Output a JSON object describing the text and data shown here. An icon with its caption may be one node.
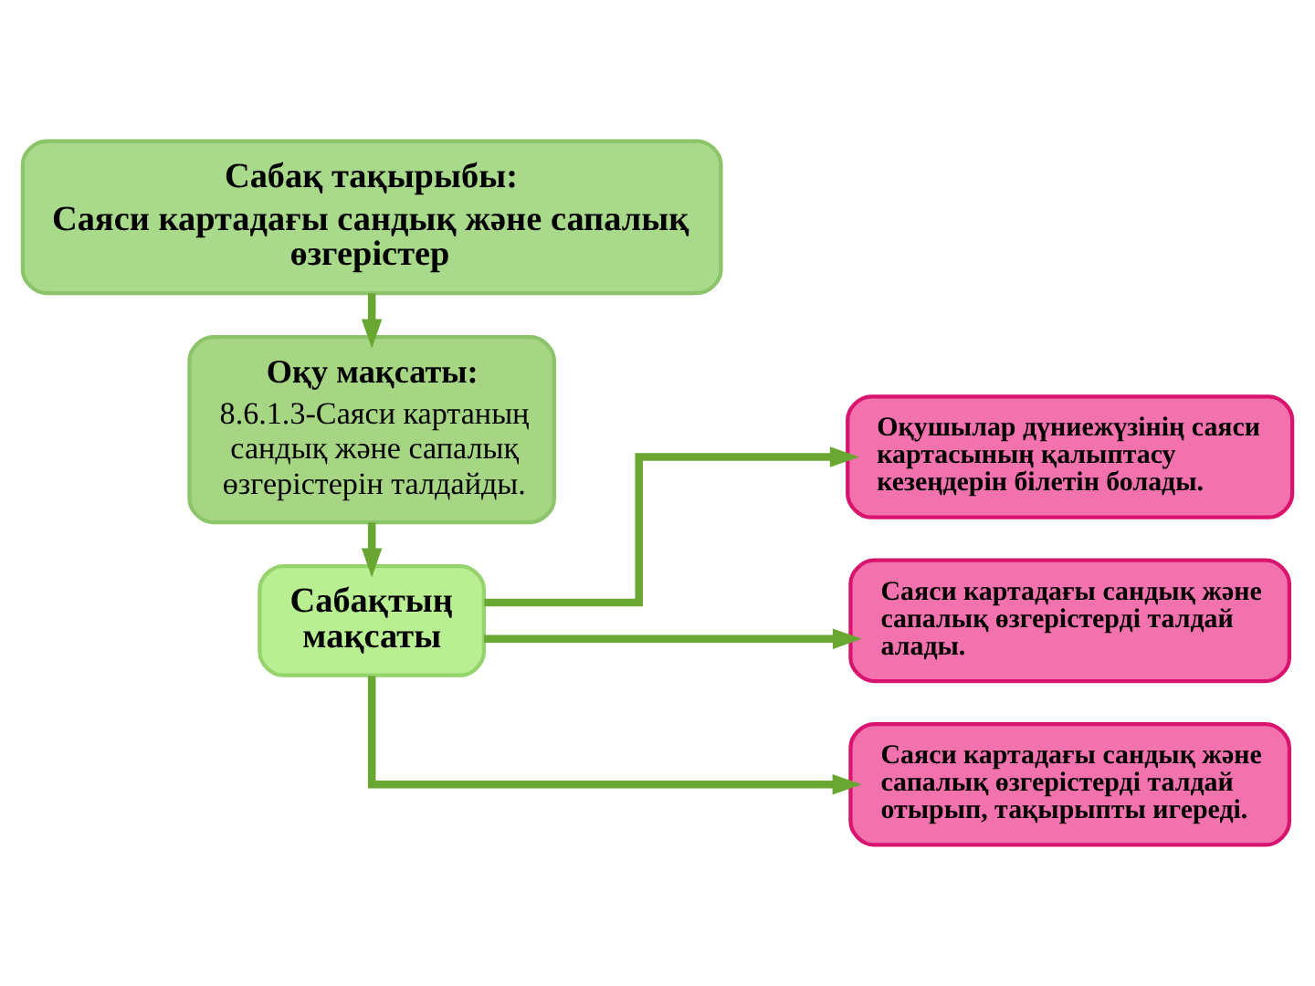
{
  "diagram": {
    "nodes": [
      {
        "text": [
          "Сабақ тақырыбы:",
          "Саяси картадағы сандық және сапалық өзгерістер"
        ]
      },
      {
        "text": [
          "Оқу мақсаты:",
          "8.6.1.3-Саяси картаның сандық және сапалық өзгерістерін талдайды."
        ]
      },
      {
        "text": [
          "Сабақтың мақсаты"
        ]
      },
      {
        "text": [
          "Оқушылар дүниежүзінің саяси картасының қалыптасу кезеңдерін білетін болады."
        ]
      },
      {
        "text": [
          "Саяси картадағы сандық және сапалық өзгерістерді талдай алады."
        ]
      },
      {
        "text": [
          "Саяси картадағы сандық және сапалық өзгерістерді талдай отырып, тақырыпты игереді."
        ]
      }
    ],
    "edges": [
      {
        "from": 0,
        "to": 1,
        "arrow": "to"
      },
      {
        "from": 1,
        "to": 2,
        "arrow": "to"
      },
      {
        "from": 2,
        "to": 3,
        "arrow": "to"
      },
      {
        "from": 2,
        "to": 4,
        "arrow": "to"
      },
      {
        "from": 2,
        "to": 5,
        "arrow": "to"
      }
    ]
  }
}
